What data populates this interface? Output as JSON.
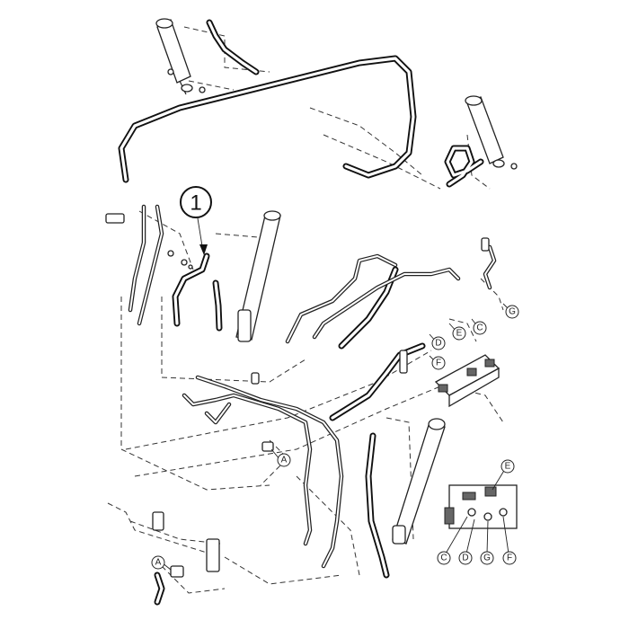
{
  "main_callout": {
    "label": "1"
  },
  "port_callouts": [
    {
      "id": "port-d-upper",
      "label": "D"
    },
    {
      "id": "port-e-upper",
      "label": "E"
    },
    {
      "id": "port-c-upper",
      "label": "C"
    },
    {
      "id": "port-g-upper",
      "label": "G"
    },
    {
      "id": "port-f-upper",
      "label": "F"
    },
    {
      "id": "port-a-middle",
      "label": "A"
    },
    {
      "id": "port-a-lower",
      "label": "A"
    },
    {
      "id": "port-e-lower",
      "label": "E"
    },
    {
      "id": "port-c-lower",
      "label": "C"
    },
    {
      "id": "port-d-lower",
      "label": "D"
    },
    {
      "id": "port-g-lower",
      "label": "G"
    },
    {
      "id": "port-f-lower",
      "label": "F"
    }
  ]
}
